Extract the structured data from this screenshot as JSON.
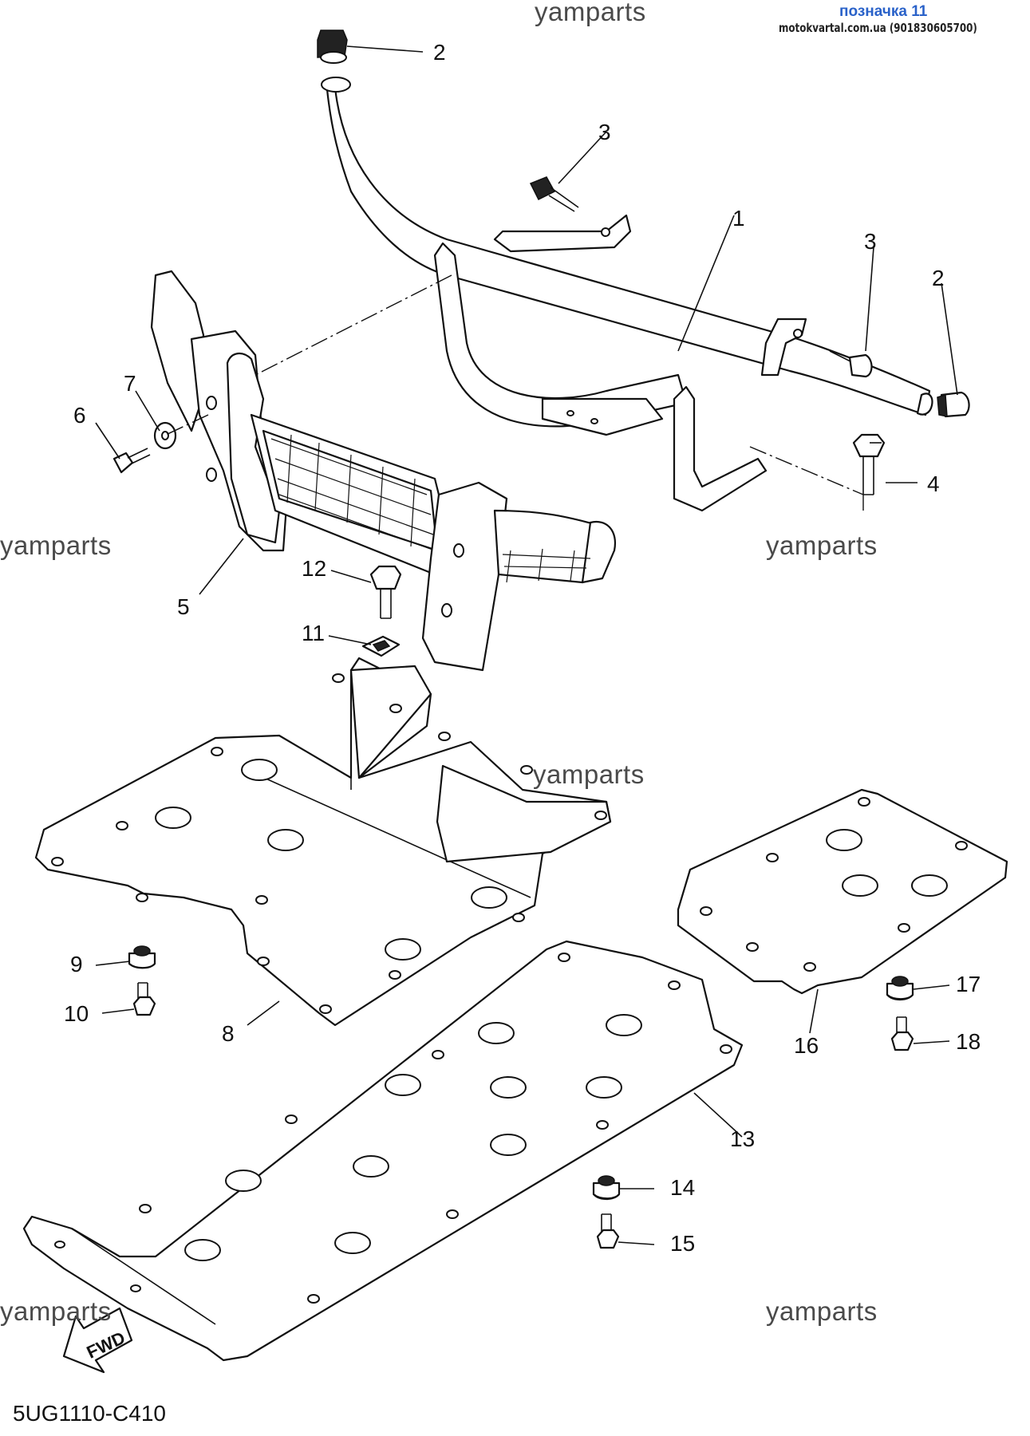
{
  "header": {
    "title": "позначка 11",
    "subtitle": "motokvartal.com.ua (901830605700)"
  },
  "watermarks": [
    "yamparts",
    "yamparts",
    "yamparts",
    "yamparts",
    "yamparts",
    "yamparts"
  ],
  "diagram_code": "5UG1110-C410",
  "fwd_label": "FWD",
  "callouts": {
    "c1": "1",
    "c2a": "2",
    "c2b": "2",
    "c3a": "3",
    "c3b": "3",
    "c4": "4",
    "c5": "5",
    "c6": "6",
    "c7": "7",
    "c8": "8",
    "c9": "9",
    "c10": "10",
    "c11": "11",
    "c12": "12",
    "c13": "13",
    "c14": "14",
    "c15": "15",
    "c16": "16",
    "c17": "17",
    "c18": "18"
  },
  "colors": {
    "header_title": "#2a62c9",
    "line": "#111111",
    "watermark": "#4a4a4a"
  }
}
